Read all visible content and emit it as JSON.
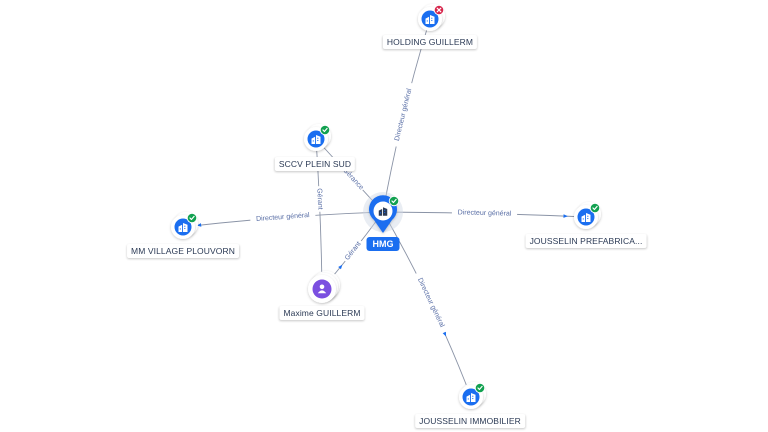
{
  "center": {
    "label": "HMG",
    "icon": "building-icon",
    "status": "active"
  },
  "companies": [
    {
      "key": "holding",
      "label": "HOLDING GUILLERM",
      "icon": "building-icon",
      "status": "closed"
    },
    {
      "key": "sccv",
      "label": "SCCV PLEIN SUD",
      "icon": "building-icon",
      "status": "active"
    },
    {
      "key": "mm",
      "label": "MM VILLAGE PLOUVORN",
      "icon": "building-icon",
      "status": "active"
    },
    {
      "key": "prefab",
      "label": "JOUSSELIN PREFABRICA...",
      "icon": "building-icon",
      "status": "active"
    },
    {
      "key": "immo",
      "label": "JOUSSELIN IMMOBILIER",
      "icon": "building-icon",
      "status": "active"
    }
  ],
  "person": {
    "label": "Maxime GUILLERM",
    "icon": "person-icon"
  },
  "relations": [
    {
      "from": "center",
      "to": "holding",
      "label": "Directeur général"
    },
    {
      "from": "center",
      "to": "mm",
      "label": "Directeur général"
    },
    {
      "from": "center",
      "to": "prefab",
      "label": "Directeur général"
    },
    {
      "from": "center",
      "to": "immo",
      "label": "Directeur général"
    },
    {
      "from": "center",
      "to": "sccv",
      "label": "Gérance"
    },
    {
      "from": "person",
      "to": "sccv",
      "label": "Gérant"
    },
    {
      "from": "person",
      "to": "center",
      "label": "Gérant"
    }
  ],
  "colors": {
    "accent": "#1a6ef0",
    "active": "#12a150",
    "closed": "#d7264c",
    "person": "#7b4fe0",
    "edge": "#8a93a6"
  }
}
